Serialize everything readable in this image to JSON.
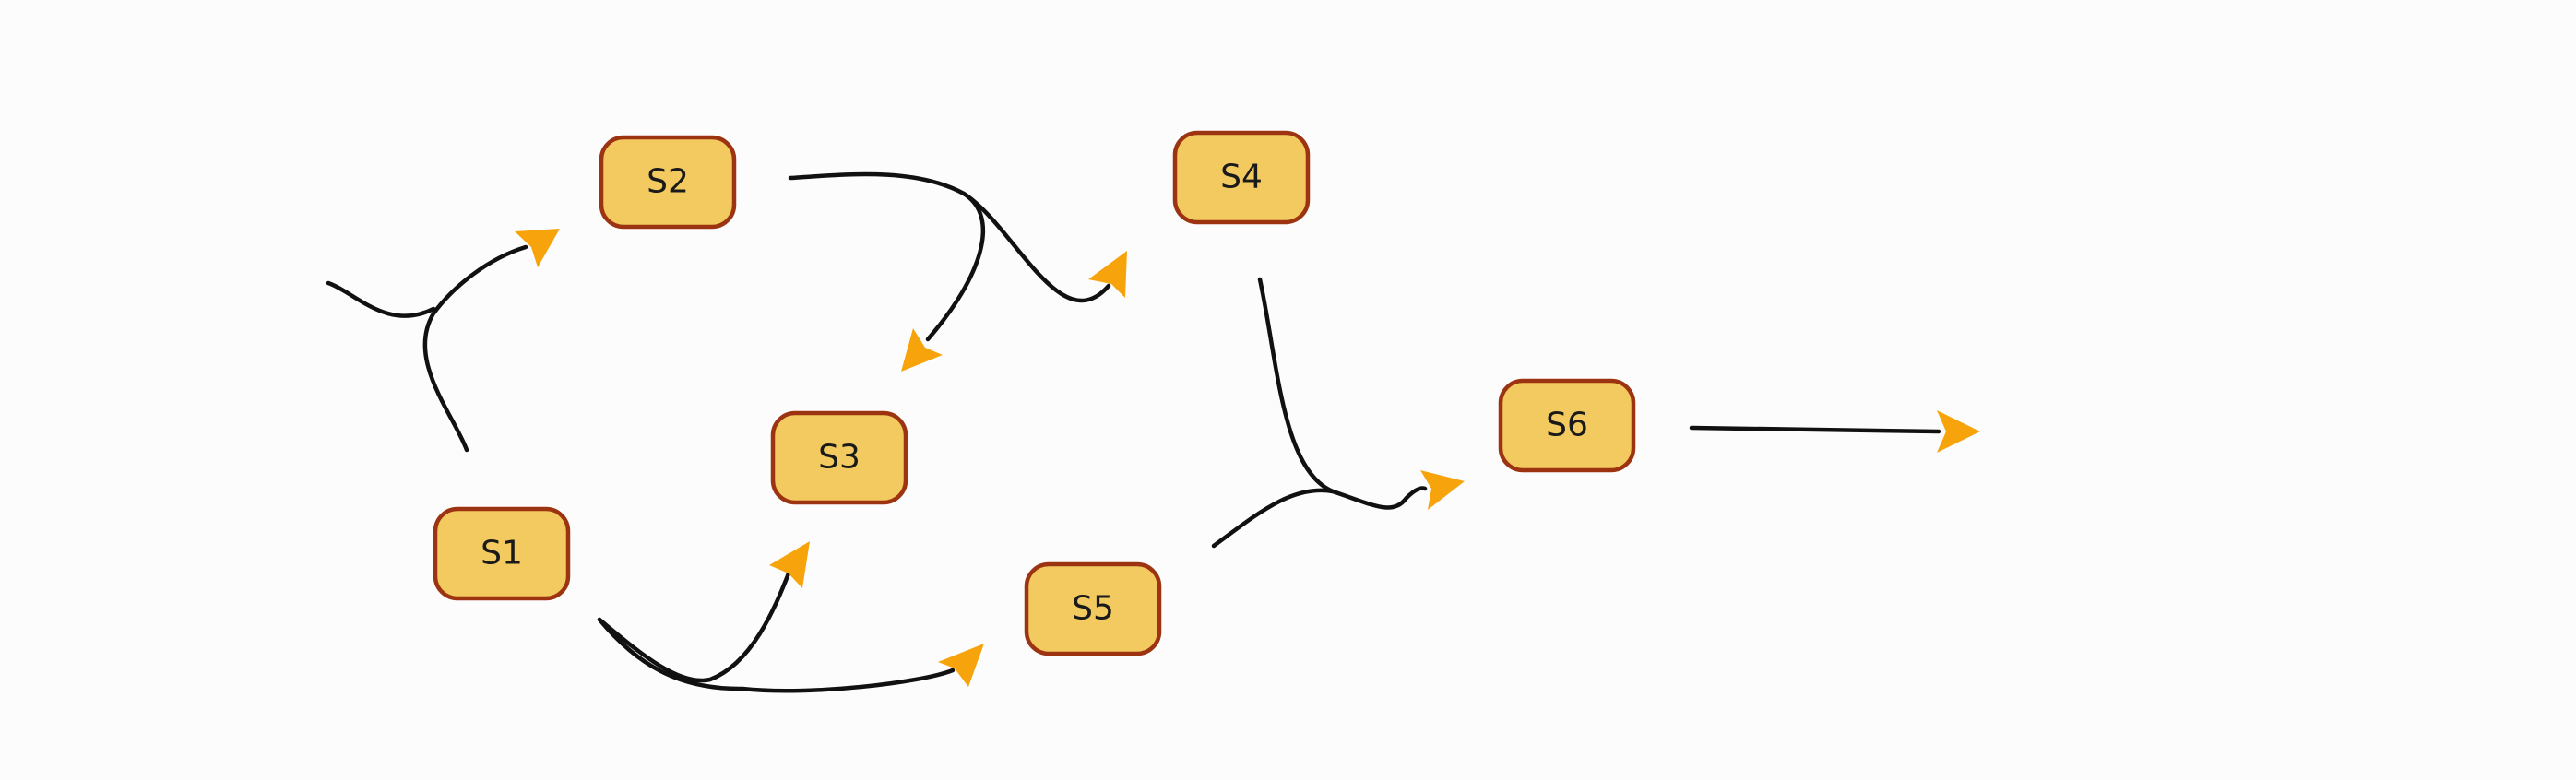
{
  "diagram": {
    "colors": {
      "background": "#fdfcfc",
      "node_fill": "#f3ca5f",
      "node_border": "#9c3412",
      "edge": "#111111",
      "arrowhead": "#f7a30c"
    },
    "nodes": [
      {
        "id": "S1",
        "label": "S1"
      },
      {
        "id": "S2",
        "label": "S2"
      },
      {
        "id": "S3",
        "label": "S3"
      },
      {
        "id": "S4",
        "label": "S4"
      },
      {
        "id": "S5",
        "label": "S5"
      },
      {
        "id": "S6",
        "label": "S6"
      }
    ],
    "edges": [
      {
        "id": "entry-to-s2",
        "from": "",
        "to": "S2"
      },
      {
        "id": "s1-to-s2",
        "from": "S1",
        "to": "S2"
      },
      {
        "id": "s2-to-s3",
        "from": "S2",
        "to": "S3"
      },
      {
        "id": "s2-to-s4",
        "from": "S2",
        "to": "S4"
      },
      {
        "id": "s1-to-s3",
        "from": "S1",
        "to": "S3"
      },
      {
        "id": "s1-to-s5",
        "from": "S1",
        "to": "S5"
      },
      {
        "id": "s4-to-s6",
        "from": "S4",
        "to": "S6"
      },
      {
        "id": "s5-to-s6",
        "from": "S5",
        "to": "S6"
      },
      {
        "id": "s6-exit",
        "from": "S6",
        "to": ""
      }
    ]
  }
}
